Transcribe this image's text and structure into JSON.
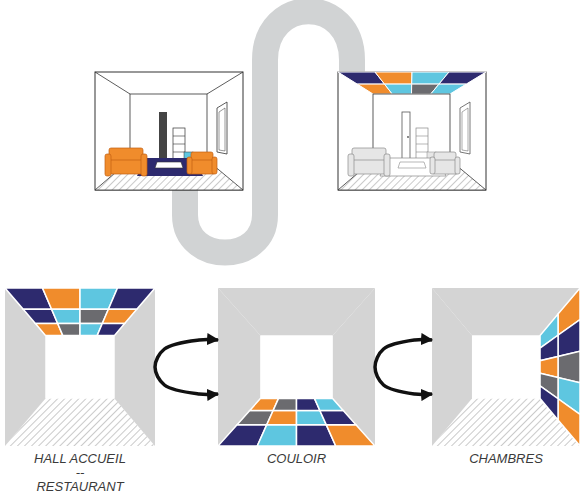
{
  "diagram": {
    "nodes": [
      {
        "text": [
          "HALL ACCUEIL -- RESTAURANT"
        ]
      },
      {
        "text": [
          "COULOIR"
        ]
      },
      {
        "text": [
          "CHAMBRES"
        ]
      }
    ],
    "edges": [
      {
        "from": 0,
        "to": 1,
        "arrow": "both"
      },
      {
        "from": 1,
        "to": 2,
        "arrow": "both"
      }
    ]
  }
}
